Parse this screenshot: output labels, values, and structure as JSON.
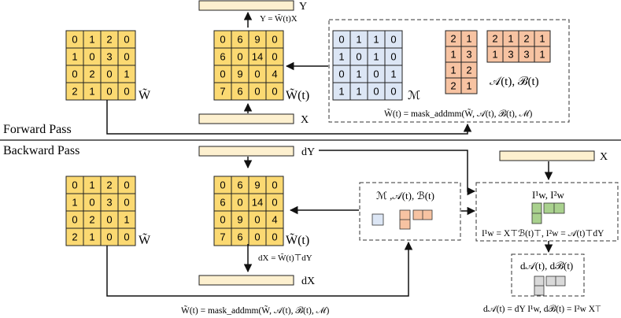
{
  "colors": {
    "yellow": "#fbd972",
    "yellow_border": "#222222",
    "blue": "#dce6f5",
    "orange": "#f7c3a2",
    "green": "#a9d18e",
    "gray": "#d9d9d9",
    "bar": "#fdf0cf",
    "line": "#111111"
  },
  "sections": {
    "forward": "Forward Pass",
    "backward": "Backward Pass"
  },
  "forward": {
    "W_matrix": [
      [
        "0",
        "1",
        "2",
        "0"
      ],
      [
        "1",
        "0",
        "3",
        "0"
      ],
      [
        "0",
        "2",
        "0",
        "1"
      ],
      [
        "2",
        "1",
        "0",
        "0"
      ]
    ],
    "W_label": "W̃",
    "Wt_matrix": [
      [
        "0",
        "6",
        "9",
        "0"
      ],
      [
        "6",
        "0",
        "14",
        "0"
      ],
      [
        "0",
        "9",
        "0",
        "4"
      ],
      [
        "7",
        "6",
        "0",
        "0"
      ]
    ],
    "Wt_label": "W̃(t)",
    "Y_label": "Y",
    "Y_eq": "Y = W̃(t)X",
    "X_label": "X",
    "M_matrix": [
      [
        "0",
        "1",
        "1",
        "0"
      ],
      [
        "1",
        "0",
        "1",
        "0"
      ],
      [
        "0",
        "1",
        "0",
        "1"
      ],
      [
        "1",
        "1",
        "0",
        "0"
      ]
    ],
    "M_label": "ℳ",
    "A_matrix": [
      [
        "2",
        "1"
      ],
      [
        "1",
        "3"
      ],
      [
        "1",
        "2"
      ],
      [
        "2",
        "1"
      ]
    ],
    "B_matrix": [
      [
        "2",
        "1",
        "2",
        "1"
      ],
      [
        "1",
        "3",
        "3",
        "1"
      ]
    ],
    "AB_label": "𝒜(t), ℬ(t)",
    "mask_eq": "W̃(t) = mask_addmm(W̃, 𝒜(t), ℬ(t), ℳ)"
  },
  "backward": {
    "W_matrix": [
      [
        "0",
        "1",
        "2",
        "0"
      ],
      [
        "1",
        "0",
        "3",
        "0"
      ],
      [
        "0",
        "2",
        "0",
        "1"
      ],
      [
        "2",
        "1",
        "0",
        "0"
      ]
    ],
    "W_label": "W̃",
    "Wt_matrix": [
      [
        "0",
        "6",
        "9",
        "0"
      ],
      [
        "6",
        "0",
        "14",
        "0"
      ],
      [
        "0",
        "9",
        "0",
        "4"
      ],
      [
        "7",
        "6",
        "0",
        "0"
      ]
    ],
    "Wt_label": "W̃(t)",
    "dY_label": "dY",
    "dX_eq": "dX = W̃(t)⊤dY",
    "dX_label": "dX",
    "MAB_label": "ℳ ,𝒜(t), ℬ(t)",
    "X_label": "X",
    "I_label": "I¹w, I²w",
    "I_eq": "I¹w = X⊤ℬ(t)⊤, I²w = 𝒜(t)⊤dY",
    "dAB_label": "d𝒜(t), dℬ(t)",
    "dAB_eq": "d𝒜(t) = dY I¹w, dℬ(t) = I²w X⊤",
    "mask_eq": "W̃(t) = mask_addmm(W̃, 𝒜(t), ℬ(t), ℳ)"
  }
}
